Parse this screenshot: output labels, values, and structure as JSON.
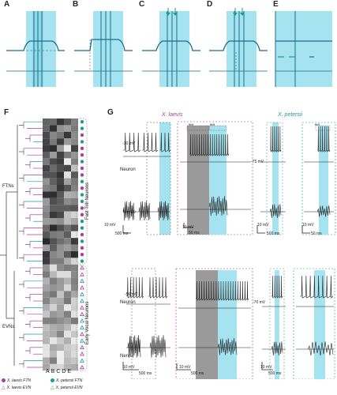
{
  "panel_labels": {
    "A": "A",
    "B": "B",
    "C": "C",
    "D": "D",
    "E": "E",
    "F": "F",
    "G": "G"
  },
  "species": {
    "laevis": "X. laevis",
    "petersii": "X. petersii"
  },
  "row_labels": {
    "fast_trill": "Fast Trill Neurons",
    "early_vocal": "Early Vocal Neurons"
  },
  "cluster_labels": {
    "ftn": "FTNs",
    "evn": "EVNs"
  },
  "heatmap_cols": [
    "A",
    "B",
    "C",
    "D",
    "E"
  ],
  "traces": {
    "neuron": "Neuron",
    "nerve": "Nerve"
  },
  "voltages": {
    "ft_laevis": "-70 mV",
    "ft_petersii": "-75 mV",
    "ev_laevis": "-56 mV",
    "ev_petersii": "-70 mV"
  },
  "boxes": {
    "ft_mid": "ftrill",
    "ft_short": "ftrill"
  },
  "scale_bars": {
    "ft_laevis_mv": "10 mV",
    "ft_laevis_ms": "500 ms",
    "ft_mid_mv": "10 mV",
    "ft_mid_ms": "50 ms",
    "ft_pet_mv": "10 mV",
    "ft_pet_ms": "500 ms",
    "ft_pet2_mv": "10 mV",
    "ft_pet2_ms": "50 ms",
    "ev_laevis_mv": "10 mV",
    "ev_laevis_ms": "500 ms",
    "ev_mid_mv": "10 mV",
    "ev_mid_ms": "500 ms",
    "ev_pet_mv": "10 mV",
    "ev_pet_ms": "500 ms"
  },
  "legend": [
    {
      "text": "X. laevis FTN",
      "marker": "circle",
      "color": "#a53fa0"
    },
    {
      "text": "X. petersii FTN",
      "marker": "circle",
      "color": "#1b9e8a"
    },
    {
      "text": "X. laevis EVN",
      "marker": "triangle",
      "color": "#a53fa0"
    },
    {
      "text": "X. petersii EVN",
      "marker": "triangle",
      "color": "#1b9e8a"
    }
  ],
  "colors": {
    "cyan": "#a6e3f0",
    "teal": "#1b6e86",
    "magenta": "#a53fa0",
    "green": "#1b9e8a",
    "gray": "#9a9a9a"
  }
}
